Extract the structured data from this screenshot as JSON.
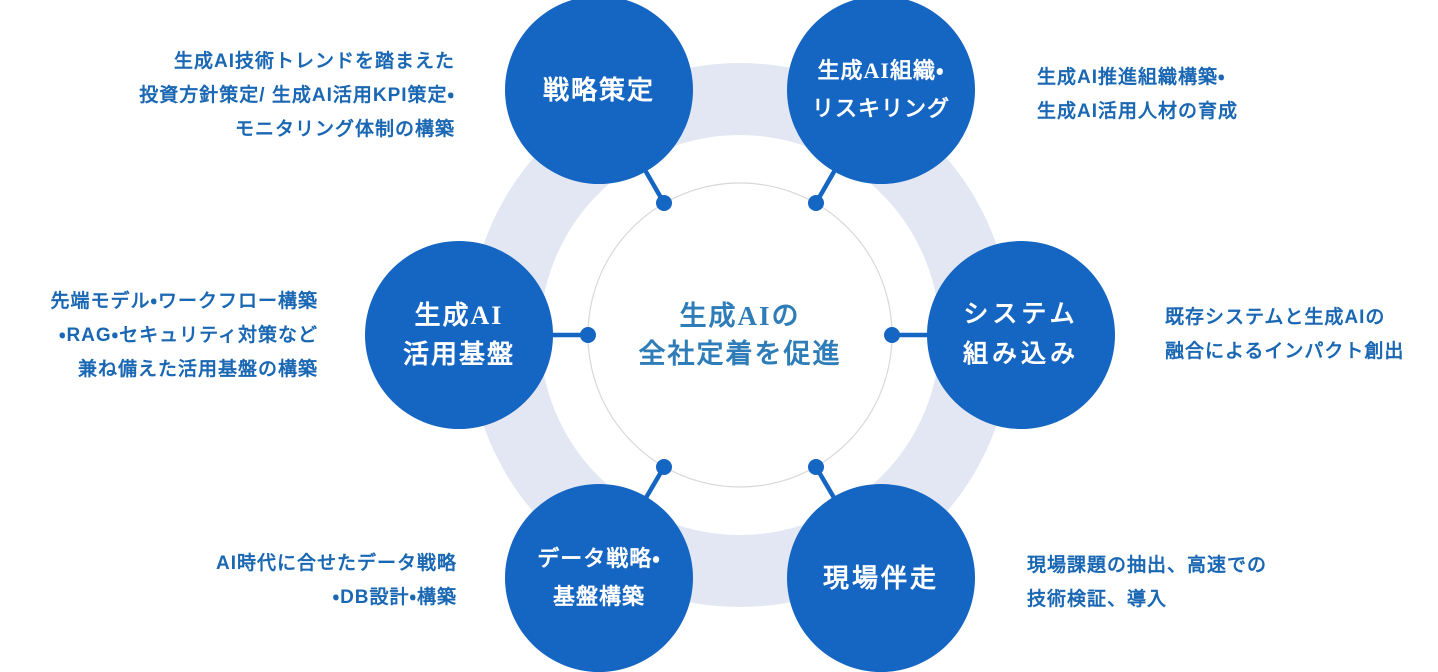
{
  "diagram": {
    "center": {
      "label": "生成AIの\n全社定着を促進"
    },
    "nodes": [
      {
        "id": "strategy",
        "label": "戦略策定",
        "desc": "生成AI技術トレンドを踏まえた\n投資方針策定/ 生成AI活用KPI策定・\nモニタリング体制の構築"
      },
      {
        "id": "org-reskilling",
        "label": "生成AI組織・\nリスキリング",
        "desc": "生成AI推進組織構築・\n生成AI活用人材の育成"
      },
      {
        "id": "platform",
        "label": "生成AI\n活用基盤",
        "desc": "先端モデル・ワークフロー構築\n・RAG・セキュリティ対策など\n兼ね備えた活用基盤の構築"
      },
      {
        "id": "system-integration",
        "label": "システム\n組み込み",
        "desc": "既存システムと生成AIの\n融合によるインパクト創出"
      },
      {
        "id": "data-strategy",
        "label": "データ戦略・\n基盤構築",
        "desc": "AI時代に合せたデータ戦略\n・DB設計・構築"
      },
      {
        "id": "genba",
        "label": "現場伴走",
        "desc": "現場課題の抽出、高速での\n技術検証、導入"
      }
    ],
    "colors": {
      "primary": "#1565c2",
      "desc_text": "#1a67b3",
      "center_text": "#2f7db8",
      "ring": "#e2e7f3",
      "inner_border": "#d8d8d8"
    }
  }
}
